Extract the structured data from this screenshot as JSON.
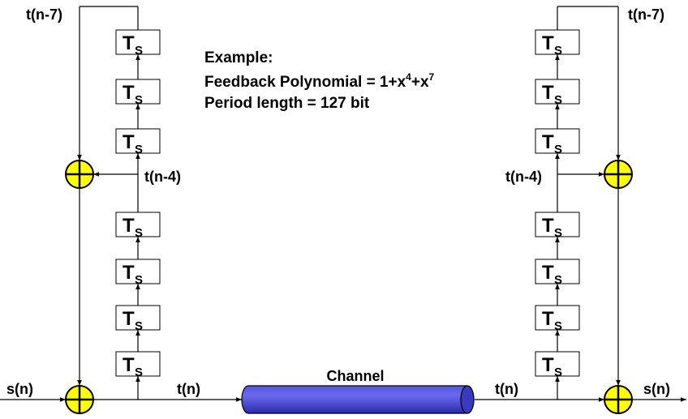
{
  "example": {
    "title": "Example:",
    "poly_prefix": "Feedback Polynomial = 1+x",
    "poly_exp1": "4",
    "poly_mid": "+x",
    "poly_exp2": "7",
    "period": "Period length = 127 bit"
  },
  "delay": {
    "main": "T",
    "sub": "S"
  },
  "channel": {
    "label": "Channel"
  },
  "labels": {
    "input": "s(n)",
    "output": "s(n)",
    "scrambled_left": "t(n)",
    "scrambled_right": "t(n)",
    "tap7_left": "t(n-7)",
    "tap7_right": "t(n-7)",
    "tap4_left": "t(n-4)",
    "tap4_right": "t(n-4)"
  },
  "colors": {
    "xor_fill": "#ffff00",
    "channel_fill": "#3333cc",
    "channel_highlight": "#6666ee",
    "channel_end": "#4040c8"
  }
}
